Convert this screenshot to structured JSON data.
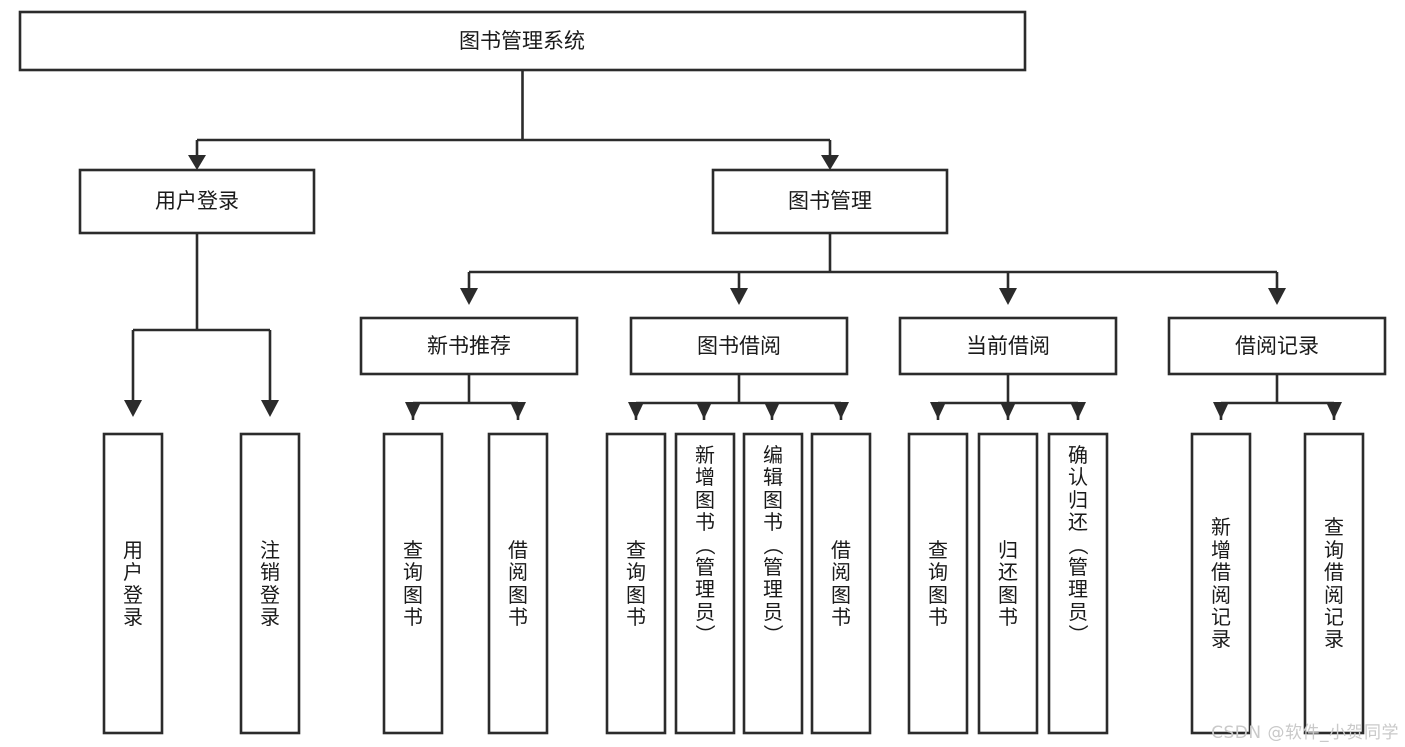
{
  "diagram": {
    "type": "tree",
    "title": "图书管理系统",
    "orientation": "top-down",
    "colors": {
      "box_border": "#2b2b2b",
      "box_fill": "#ffffff",
      "text": "#1a1a1a",
      "background": "#ffffff",
      "watermark": "#c9c9c9"
    },
    "root": {
      "label": "图书管理系统"
    },
    "level2": [
      {
        "id": "user-login",
        "label": "用户登录"
      },
      {
        "id": "book-manage",
        "label": "图书管理"
      }
    ],
    "level3": [
      {
        "id": "new-book-recommend",
        "label": "新书推荐",
        "parent": "book-manage"
      },
      {
        "id": "book-borrow",
        "label": "图书借阅",
        "parent": "book-manage"
      },
      {
        "id": "current-borrow",
        "label": "当前借阅",
        "parent": "book-manage"
      },
      {
        "id": "borrow-record",
        "label": "借阅记录",
        "parent": "book-manage"
      }
    ],
    "leaves": {
      "user-login": [
        {
          "id": "leaf-user-login",
          "label": "用户登录"
        },
        {
          "id": "leaf-user-logout",
          "label": "注销登录"
        }
      ],
      "new-book-recommend": [
        {
          "id": "leaf-query-book-1",
          "label": "查询图书"
        },
        {
          "id": "leaf-borrow-book-1",
          "label": "借阅图书"
        }
      ],
      "book-borrow": [
        {
          "id": "leaf-query-book-2",
          "label": "查询图书"
        },
        {
          "id": "leaf-add-book",
          "label": "新增图书（管理员）"
        },
        {
          "id": "leaf-edit-book",
          "label": "编辑图书（管理员）"
        },
        {
          "id": "leaf-borrow-book-2",
          "label": "借阅图书"
        }
      ],
      "current-borrow": [
        {
          "id": "leaf-query-book-3",
          "label": "查询图书"
        },
        {
          "id": "leaf-return-book",
          "label": "归还图书"
        },
        {
          "id": "leaf-confirm-return",
          "label": "确认归还（管理员）"
        }
      ],
      "borrow-record": [
        {
          "id": "leaf-add-record",
          "label": "新增借阅记录"
        },
        {
          "id": "leaf-query-record",
          "label": "查询借阅记录"
        }
      ]
    }
  },
  "watermark": {
    "text": "CSDN @软件_小贺同学"
  }
}
